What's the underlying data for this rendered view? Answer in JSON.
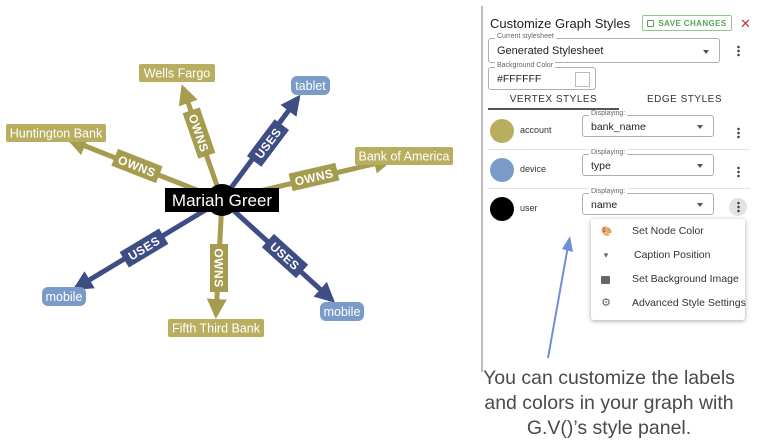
{
  "graph": {
    "center_label": "Mariah Greer",
    "nodes": [
      {
        "label": "Wells Fargo",
        "type": "account"
      },
      {
        "label": "tablet",
        "type": "device"
      },
      {
        "label": "Huntington Bank",
        "type": "account"
      },
      {
        "label": "Bank of America",
        "type": "account"
      },
      {
        "label": "mobile",
        "type": "device"
      },
      {
        "label": "Fifth Third Bank",
        "type": "account"
      },
      {
        "label": "mobile",
        "type": "device"
      }
    ],
    "edges": [
      {
        "label": "OWNS",
        "type": "owns"
      },
      {
        "label": "USES",
        "type": "uses"
      },
      {
        "label": "OWNS",
        "type": "owns"
      },
      {
        "label": "OWNS",
        "type": "owns"
      },
      {
        "label": "USES",
        "type": "uses"
      },
      {
        "label": "OWNS",
        "type": "owns"
      },
      {
        "label": "USES",
        "type": "uses"
      }
    ],
    "colors": {
      "account": "#b9ae5f",
      "owns": "#a59c4f",
      "device": "#7a9bc7",
      "uses": "#3f4d85",
      "user": "#000000"
    }
  },
  "panel": {
    "title": "Customize Graph Styles",
    "save_label": "SAVE CHANGES",
    "close_icon": "close-icon",
    "stylesheet_legend": "Current stylesheet",
    "stylesheet_value": "Generated Stylesheet",
    "bg_legend": "Background Color",
    "bg_value": "#FFFFFF",
    "tabs": [
      {
        "label": "VERTEX STYLES",
        "active": true
      },
      {
        "label": "EDGE STYLES",
        "active": false
      }
    ],
    "vertex_rows": [
      {
        "name": "account",
        "legend": "Displaying:",
        "value": "bank_name",
        "color": "#b9ae5f"
      },
      {
        "name": "device",
        "legend": "Displaying:",
        "value": "type",
        "color": "#7a9bc7"
      },
      {
        "name": "user",
        "legend": "Displaying:",
        "value": "name",
        "color": "#000000"
      }
    ]
  },
  "menu": {
    "items": [
      {
        "label": "Set Node Color",
        "icon": "palette-icon"
      },
      {
        "label": "Caption Position",
        "icon": "caret-down-icon"
      },
      {
        "label": "Set Background Image",
        "icon": "image-icon"
      },
      {
        "label": "Advanced Style Settings",
        "icon": "gear-icon"
      }
    ]
  },
  "caption": {
    "line1": "You can customize the labels",
    "line2": "and colors in your graph with",
    "line3": "G.V()’s style panel."
  },
  "callout_color": "#6f8fd8"
}
